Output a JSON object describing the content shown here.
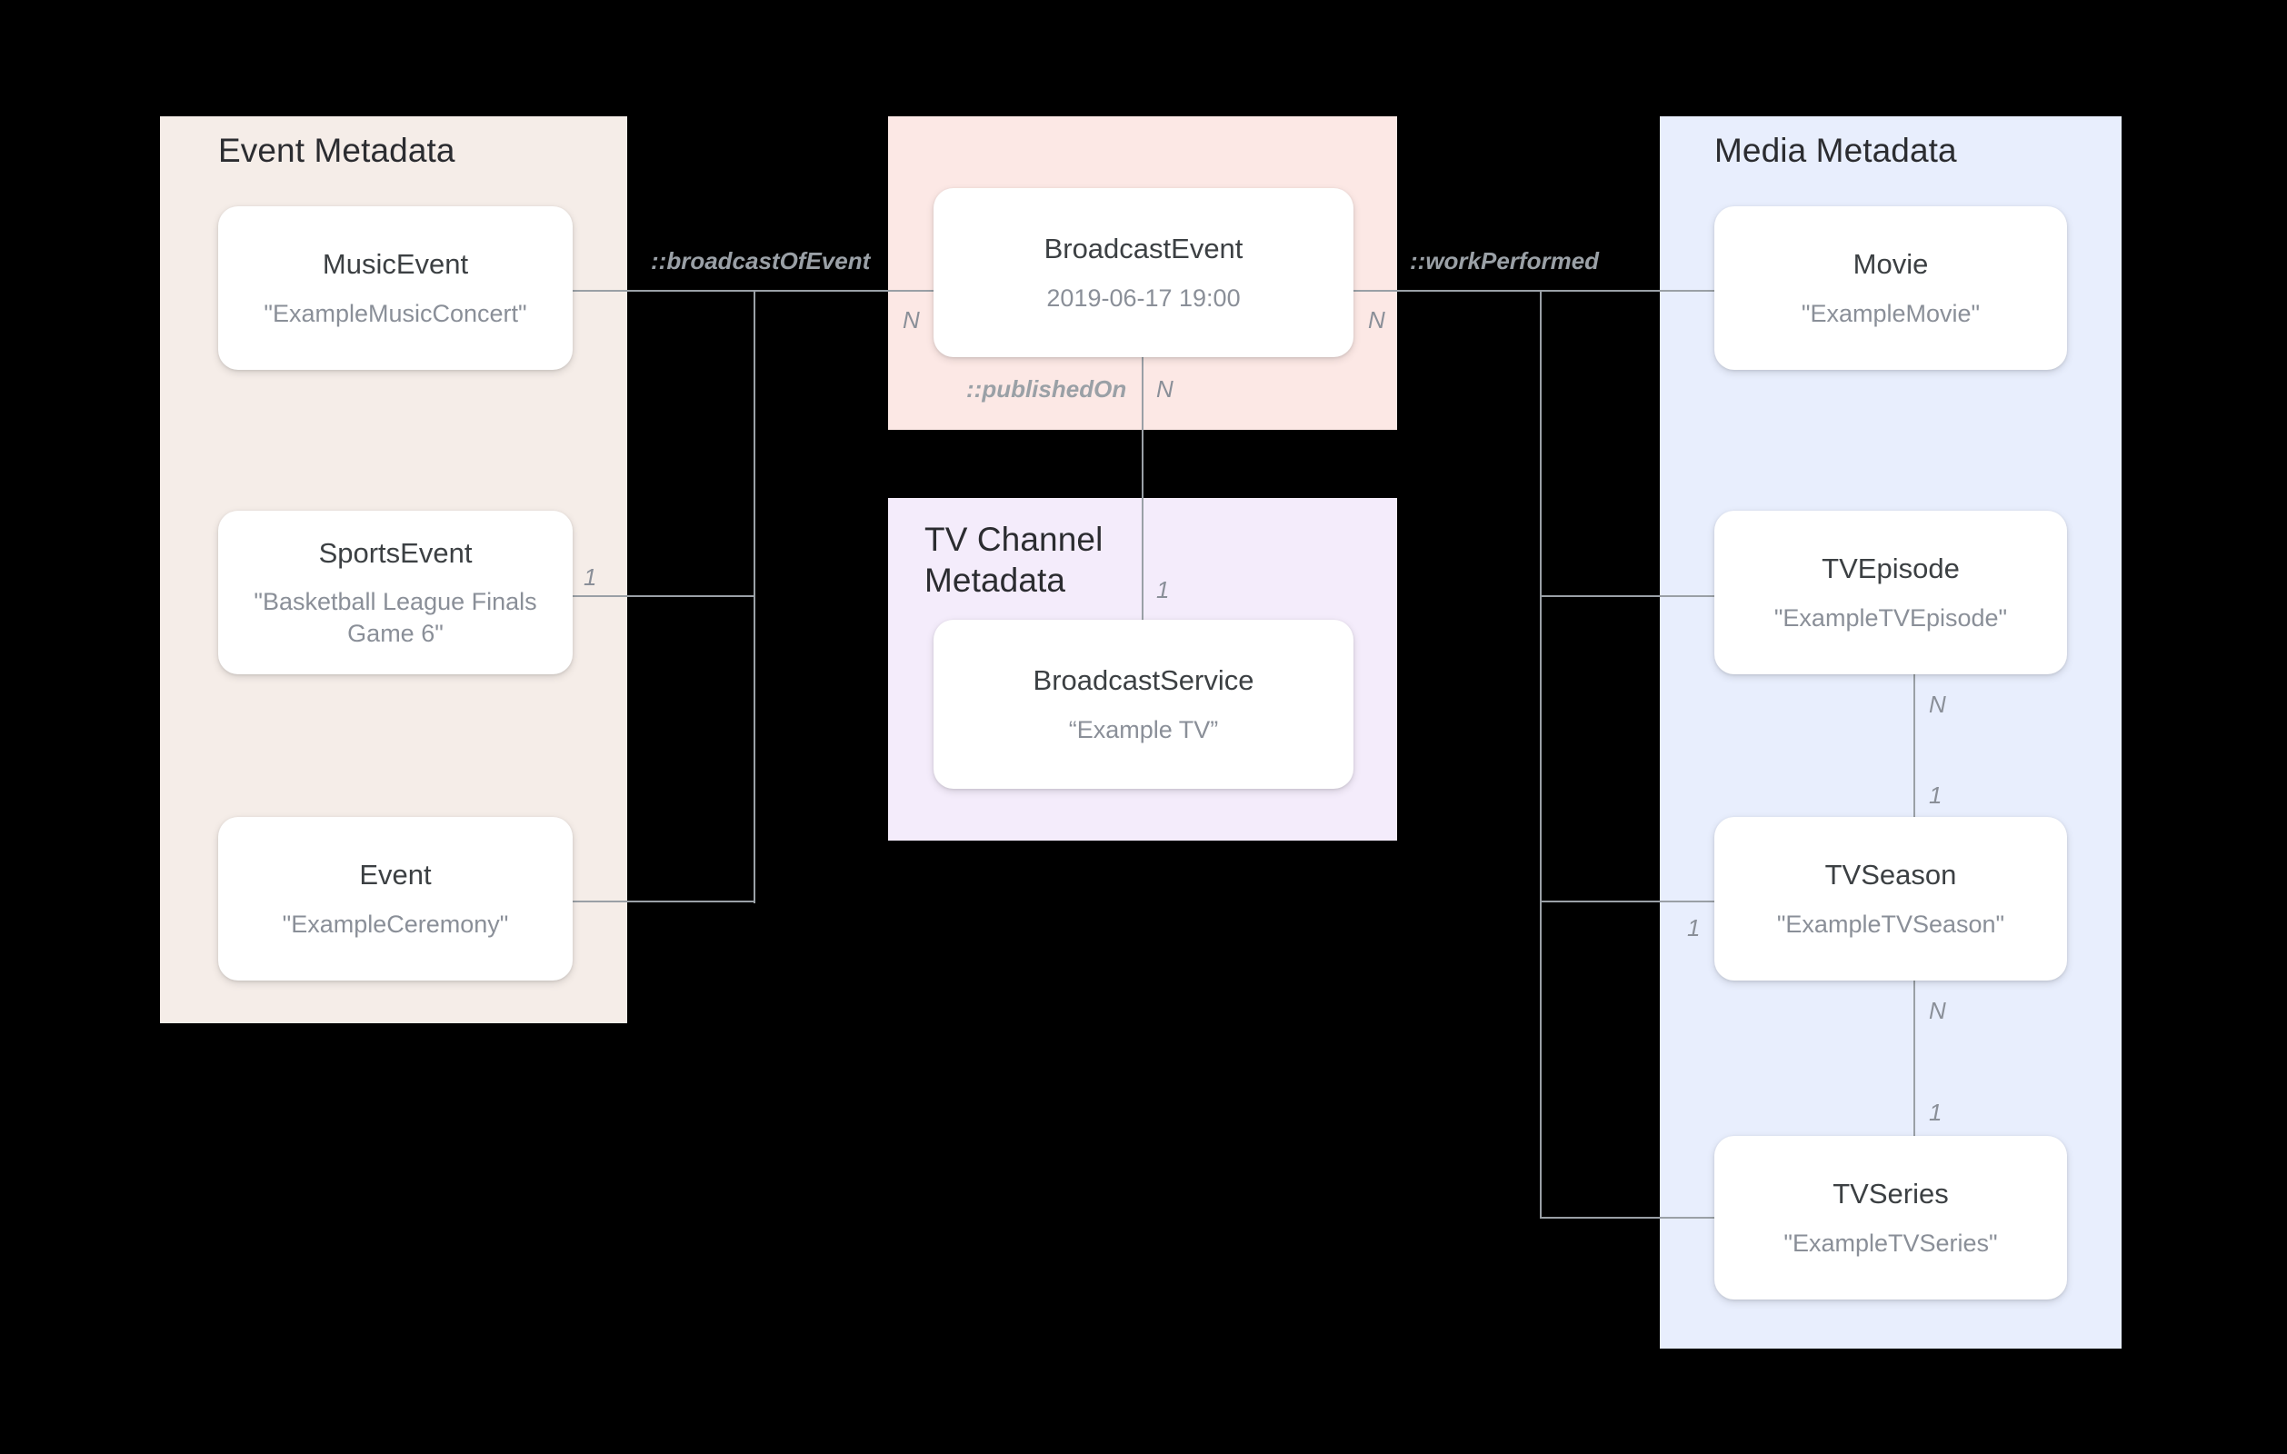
{
  "diagram": {
    "title": "Broadcast metadata entity relationship diagram",
    "background": "#000000",
    "groups": [
      {
        "id": "event",
        "label": "Event Metadata",
        "color": "#f5ede8"
      },
      {
        "id": "broadcast",
        "label": "",
        "color": "#fce8e5"
      },
      {
        "id": "tvchannel",
        "label": "TV Channel\nMetadata",
        "color": "#f4ecfb"
      },
      {
        "id": "media",
        "label": "Media Metadata",
        "color": "#e8eefd"
      }
    ],
    "entities": [
      {
        "id": "musicevent",
        "type": "MusicEvent",
        "value": "\"ExampleMusicConcert\""
      },
      {
        "id": "sportsevent",
        "type": "SportsEvent",
        "value": "\"Basketball League Finals Game 6\""
      },
      {
        "id": "event",
        "type": "Event",
        "value": "\"ExampleCeremony\""
      },
      {
        "id": "broadcastevent",
        "type": "BroadcastEvent",
        "value": "2019-06-17 19:00"
      },
      {
        "id": "broadcastservice",
        "type": "BroadcastService",
        "value": "“Example TV”"
      },
      {
        "id": "movie",
        "type": "Movie",
        "value": "\"ExampleMovie\""
      },
      {
        "id": "tvepisode",
        "type": "TVEpisode",
        "value": "\"ExampleTVEpisode\""
      },
      {
        "id": "tvseason",
        "type": "TVSeason",
        "value": "\"ExampleTVSeason\""
      },
      {
        "id": "tvseries",
        "type": "TVSeries",
        "value": "\"ExampleTVSeries\""
      }
    ],
    "relations": [
      {
        "id": "broadcastOfEvent",
        "label": "::broadcastOfEvent",
        "from": "broadcastevent",
        "to": "event-group",
        "from_card": "N",
        "to_card": "1"
      },
      {
        "id": "workPerformed",
        "label": "::workPerformed",
        "from": "broadcastevent",
        "to": "media-group",
        "from_card": "N",
        "to_card": "1"
      },
      {
        "id": "publishedOn",
        "label": "::publishedOn",
        "from": "broadcastevent",
        "to": "broadcastservice",
        "from_card": "N",
        "to_card": "1"
      },
      {
        "id": "episodeOfSeason",
        "label": "",
        "from": "tvepisode",
        "to": "tvseason",
        "from_card": "N",
        "to_card": "1"
      },
      {
        "id": "seasonOfSeries",
        "label": "",
        "from": "tvseason",
        "to": "tvseries",
        "from_card": "N",
        "to_card": "1"
      }
    ],
    "edge_labels": {
      "broadcast_of_event": "::broadcastOfEvent",
      "work_performed": "::workPerformed",
      "published_on": "::publishedOn"
    },
    "cardinalities": {
      "broadcastevent_left_n": "N",
      "broadcastevent_right_n": "N",
      "broadcastevent_bottom_n": "N",
      "event_group_one": "1",
      "media_group_one": "1",
      "broadcastservice_one": "1",
      "tvepisode_to_season_n": "N",
      "tvseason_from_episode_one": "1",
      "tvseason_to_series_n": "N",
      "tvseries_from_season_one": "1"
    }
  }
}
